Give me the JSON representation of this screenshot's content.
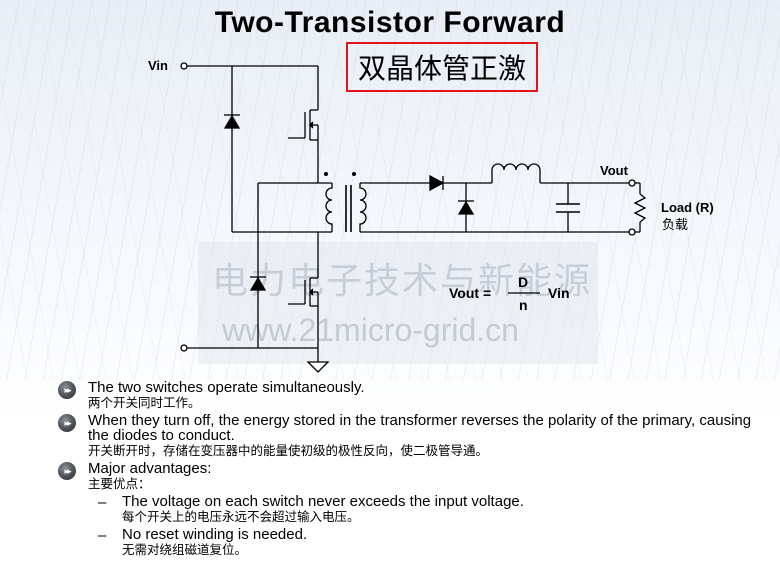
{
  "title": "Two-Transistor Forward",
  "subtitle": "双晶体管正激",
  "labels": {
    "vin": "Vin",
    "vout": "Vout",
    "load": "Load (R)",
    "load_cn": "负载"
  },
  "equation": {
    "lhs": "Vout =",
    "numerator": "D",
    "denominator": "n",
    "rhs": "Vin"
  },
  "watermark": {
    "cn": "电力电子技术与新能源",
    "url": "www.21micro-grid.cn"
  },
  "bullets": [
    {
      "en": "The two switches operate simultaneously.",
      "cn": "两个开关同时工作。"
    },
    {
      "en": "When they turn off, the energy stored in the transformer reverses the polarity of the primary, causing the diodes to conduct.",
      "cn": "开关断开时，存储在变压器中的能量使初级的极性反向，使二极管导通。"
    },
    {
      "en": "Major advantages:",
      "cn": "主要优点：",
      "sub": [
        {
          "en": "The voltage on each switch never exceeds the input voltage.",
          "cn": "每个开关上的电压永远不会超过输入电压。"
        },
        {
          "en": "No reset winding is needed.",
          "cn": "无需对绕组磁道复位。"
        }
      ]
    }
  ],
  "dash": "–",
  "colors": {
    "accent_box": "#e0141b",
    "bullet_icon": "#4b5058"
  }
}
